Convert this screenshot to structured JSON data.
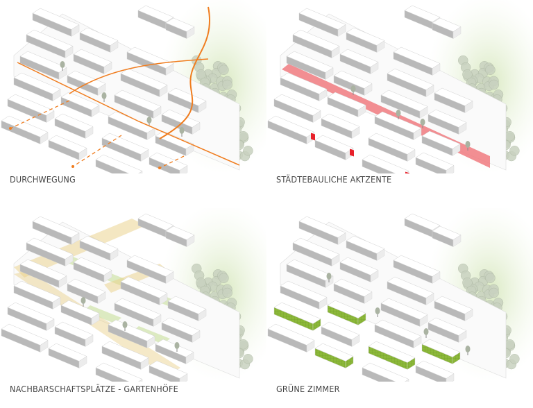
{
  "panels": [
    {
      "id": "durchwegung",
      "caption": "DURCHWEGUNG",
      "overlay": "paths",
      "accent": "#f07d1f"
    },
    {
      "id": "accents",
      "caption": "STÄDTEBAULICHE AKTZENTE",
      "overlay": "accents",
      "accent": "#e8202a"
    },
    {
      "id": "gardens",
      "caption": "NACHBARSCHAFTSPLÄTZE - GARTENHÖFE",
      "overlay": "courtyards",
      "accent": "#e9cf86"
    },
    {
      "id": "green",
      "caption": "GRÜNE ZIMMER",
      "overlay": "facades",
      "accent": "#8cb83a"
    }
  ]
}
